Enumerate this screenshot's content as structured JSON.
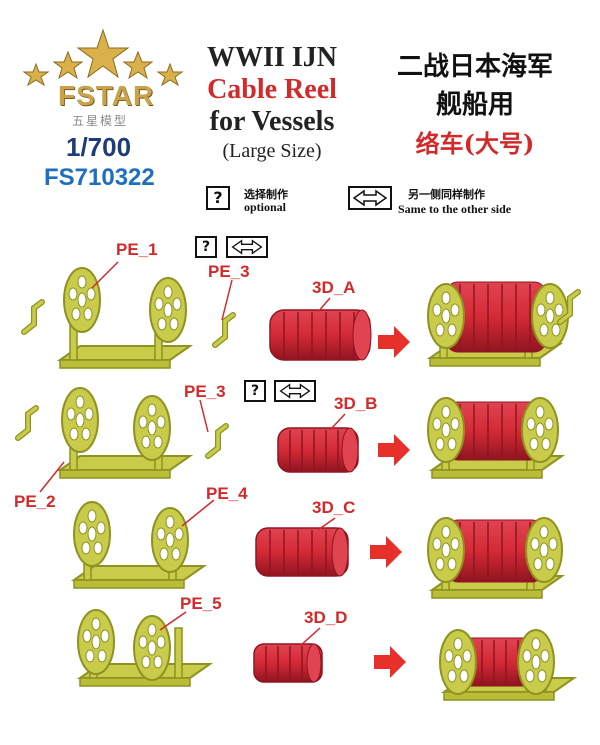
{
  "brand": {
    "name": "FSTAR",
    "name_cn": "五星模型"
  },
  "product": {
    "scale": "1/700",
    "code": "FS710322"
  },
  "title_en": {
    "line1": "WWII IJN",
    "line2": "Cable Reel",
    "line3": "for Vessels",
    "line4": "(Large Size)"
  },
  "title_cn": {
    "line1": "二战日本海军",
    "line2": "舰船用",
    "line3": "络车(大号)"
  },
  "legend": {
    "optional_symbol": "?",
    "optional_cn": "选择制作",
    "optional_en": "optional",
    "mirror_cn": "另一侧同样制作",
    "mirror_en": "Same to the other side"
  },
  "parts": {
    "pe1": "PE_1",
    "pe2": "PE_2",
    "pe3a": "PE_3",
    "pe3b": "PE_3",
    "pe4": "PE_4",
    "pe5": "PE_5",
    "d3a": "3D_A",
    "d3b": "3D_B",
    "d3c": "3D_C",
    "d3d": "3D_D"
  },
  "colors": {
    "frame": "#c8cc4a",
    "frame_dark": "#8e9220",
    "drum": "#d42a36",
    "drum_dark": "#8f1520",
    "label": "#d22a2a",
    "arrow": "#e8302a"
  }
}
